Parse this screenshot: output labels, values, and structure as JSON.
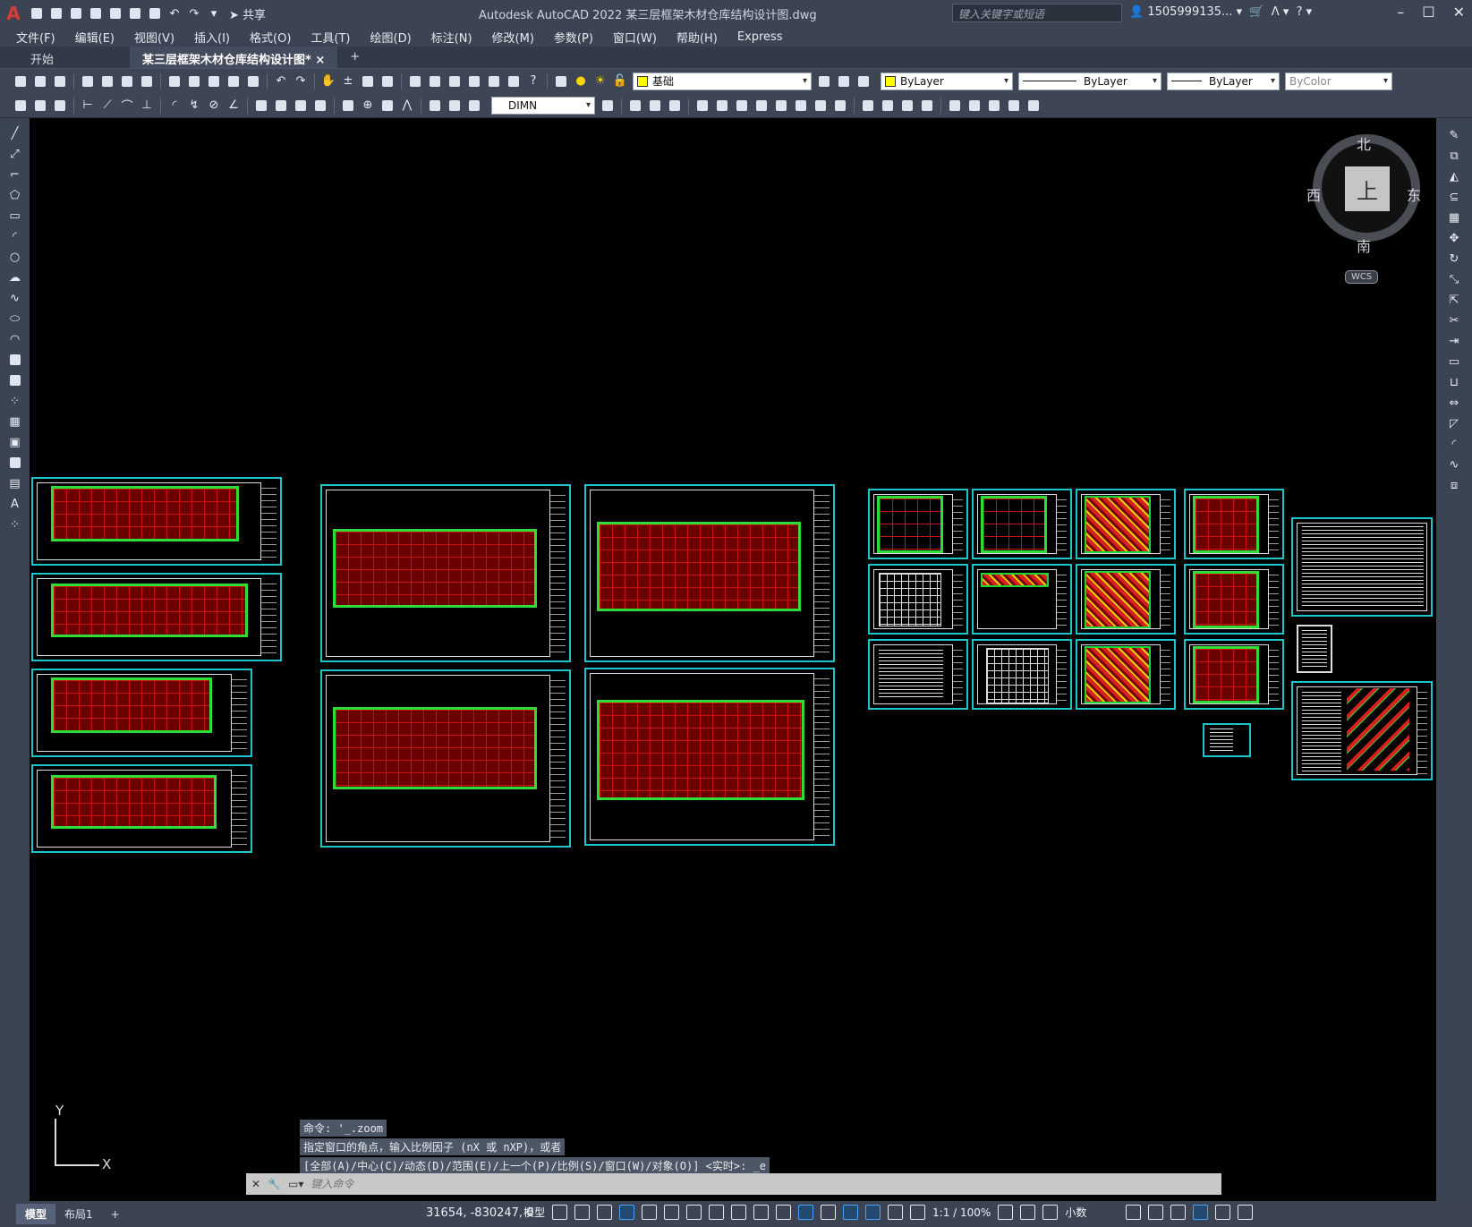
{
  "app": {
    "title": "Autodesk AutoCAD 2022    某三层框架木材仓库结构设计图.dwg",
    "logo": "A",
    "share": "共享",
    "search_placeholder": "键入关键字或短语",
    "user": "1505999135...",
    "help": "?"
  },
  "menu": [
    "文件(F)",
    "编辑(E)",
    "视图(V)",
    "插入(I)",
    "格式(O)",
    "工具(T)",
    "绘图(D)",
    "标注(N)",
    "修改(M)",
    "参数(P)",
    "窗口(W)",
    "帮助(H)",
    "Express"
  ],
  "tabs": {
    "start": "开始",
    "active": "某三层框架木材仓库结构设计图*",
    "close": "×",
    "add": "+"
  },
  "toolbar": {
    "layer": "基础",
    "color": "ByLayer",
    "linetype": "ByLayer",
    "lineweight": "ByLayer",
    "plotstyle": "ByColor",
    "dimstyle": "DIMN",
    "layer_color": "#ffff00"
  },
  "viewcube": {
    "north": "北",
    "south": "南",
    "east": "东",
    "west": "西",
    "face": "上",
    "wcs": "WCS"
  },
  "ucs": {
    "x": "X",
    "y": "Y"
  },
  "command": {
    "history": [
      "命令: '_.zoom",
      "指定窗口的角点，输入比例因子 (nX 或 nXP)，或者",
      "[全部(A)/中心(C)/动态(D)/范围(E)/上一个(P)/比例(S)/窗口(W)/对象(O)] <实时>: _e"
    ],
    "placeholder": "键入命令"
  },
  "status": {
    "tabs": [
      "模型",
      "布局1"
    ],
    "add": "+",
    "coords": "31654, -830247, 0",
    "mode": "模型",
    "scale": "1:1 / 100%",
    "units": "小数"
  },
  "colors": {
    "sheet_border": "#1ec5c8",
    "grid_green": "#2fde35",
    "grid_red": "#cc1111",
    "canvas": "#000000"
  }
}
